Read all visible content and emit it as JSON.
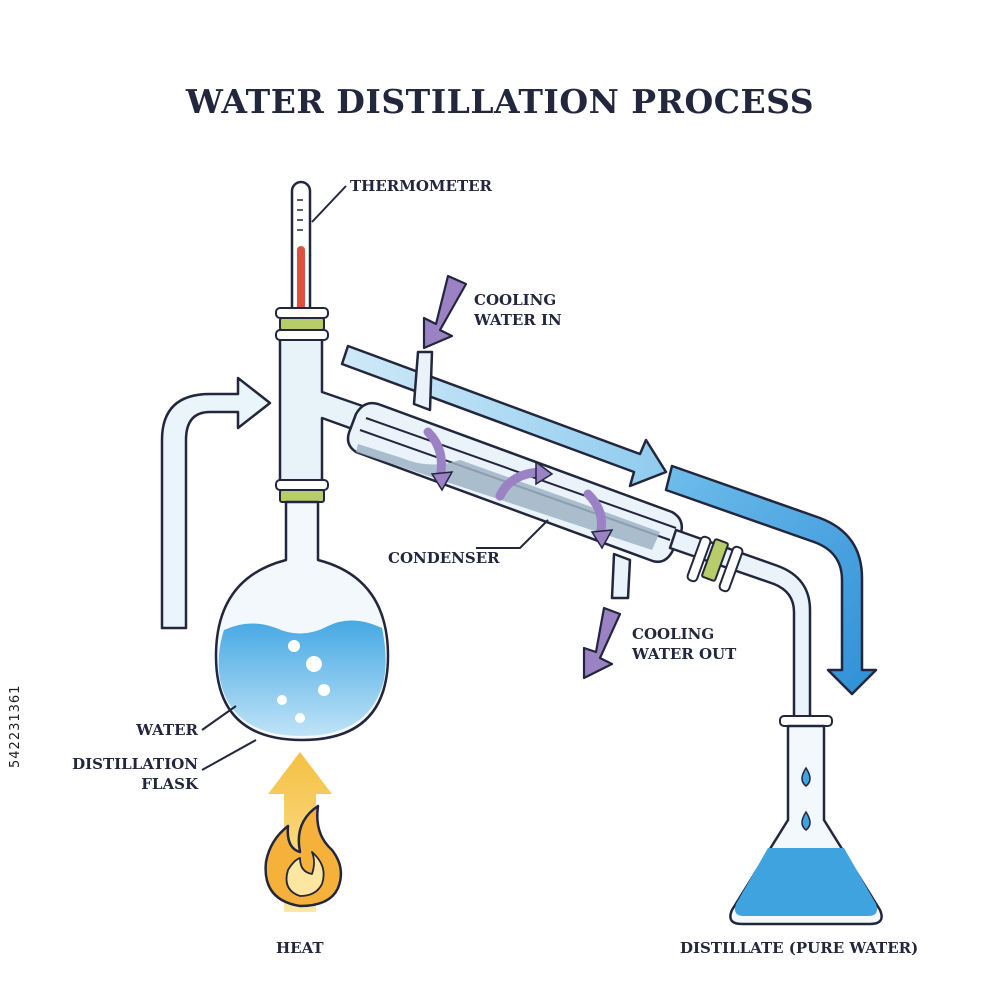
{
  "title": "WATER DISTILLATION PROCESS",
  "labels": {
    "thermometer": "THERMOMETER",
    "cooling_in_1": "COOLING",
    "cooling_in_2": "WATER IN",
    "condenser": "CONDENSER",
    "cooling_out_1": "COOLING",
    "cooling_out_2": "WATER OUT",
    "water": "WATER",
    "flask_1": "DISTILLATION",
    "flask_2": "FLASK",
    "heat": "HEAT",
    "distillate": "DISTILLATE (PURE WATER)"
  },
  "stock_id": "542231361",
  "colors": {
    "outline": "#23273d",
    "water": "#3fa3e0",
    "water_light": "#bfe3f7",
    "vapor_arrow": "#3a96da",
    "cooling_arrow": "#9a82c4",
    "heat_arrow": "#f7c94f",
    "flame": "#f6b13b",
    "thermo_red": "#d9533f",
    "clamp": "#b8cc6a"
  }
}
